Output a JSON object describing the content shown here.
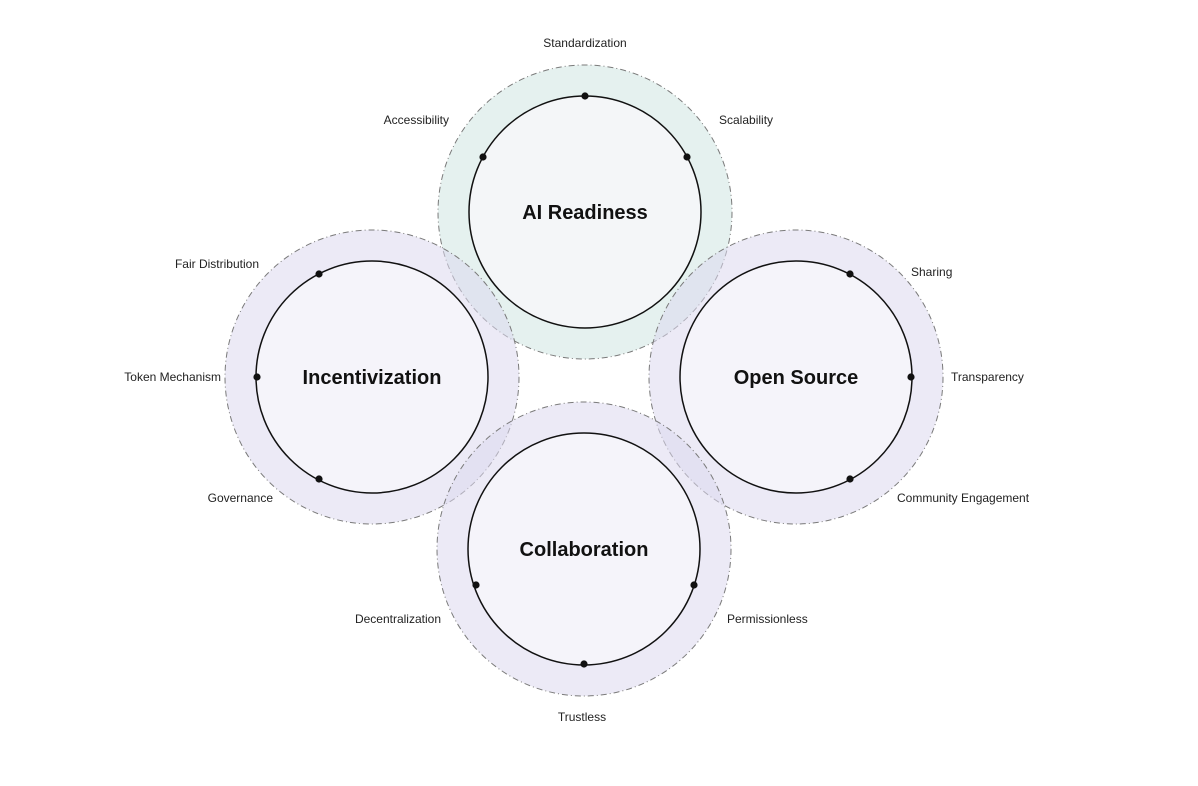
{
  "diagram": {
    "hubs": [
      {
        "id": "ai-readiness",
        "title": "AI Readiness",
        "fill": "#cfe6e2",
        "attributes": [
          "Standardization",
          "Accessibility",
          "Scalability"
        ]
      },
      {
        "id": "incentivization",
        "title": "Incentivization",
        "fill": "#dcd9ef",
        "attributes": [
          "Fair Distribution",
          "Token Mechanism",
          "Governance"
        ]
      },
      {
        "id": "open-source",
        "title": "Open Source",
        "fill": "#dcd9ef",
        "attributes": [
          "Sharing",
          "Transparency",
          "Community Engagement"
        ]
      },
      {
        "id": "collaboration",
        "title": "Collaboration",
        "fill": "#dcd9ef",
        "attributes": [
          "Decentralization",
          "Permissionless",
          "Trustless"
        ]
      }
    ]
  }
}
